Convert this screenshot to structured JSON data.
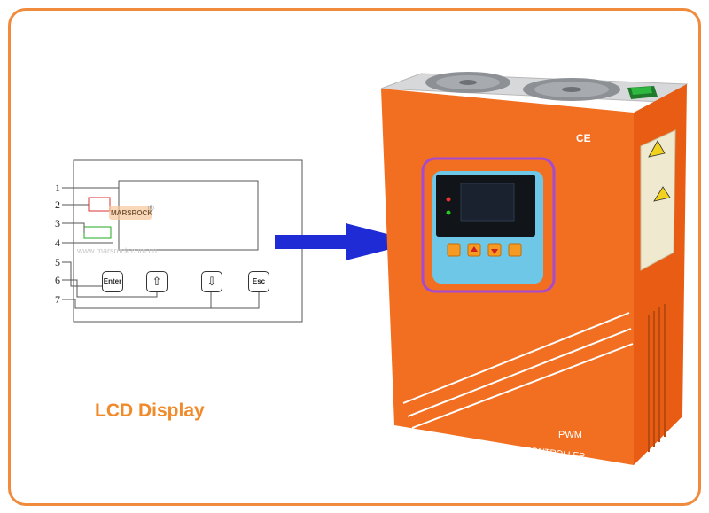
{
  "diagram": {
    "numbers": [
      "1",
      "2",
      "3",
      "4",
      "5",
      "6",
      "7"
    ],
    "buttons": {
      "enter": "Enter",
      "up": "⇧",
      "down": "⇩",
      "esc": "Esc"
    },
    "watermark_brand": "MARSROCK",
    "watermark_reg": "®",
    "watermark_url": "www.marsrock.com.cn"
  },
  "caption": "LCD Display",
  "device": {
    "ce_mark": "CE",
    "label_pwm": "PWM",
    "label_product": "SOLAR POWER CONTROLLER"
  },
  "colors": {
    "frame": "#f08a3c",
    "caption": "#f08a2a",
    "arrow": "#1f2cd6",
    "device_body": "#f26f21",
    "device_side": "#e85c14",
    "panel": "#6ec7e6",
    "highlight": "#a44bd1"
  },
  "icons": [
    "arrow-right-icon",
    "up-arrow-icon",
    "down-arrow-icon",
    "warning-triangle-icon",
    "fan-icon",
    "power-switch-icon"
  ]
}
